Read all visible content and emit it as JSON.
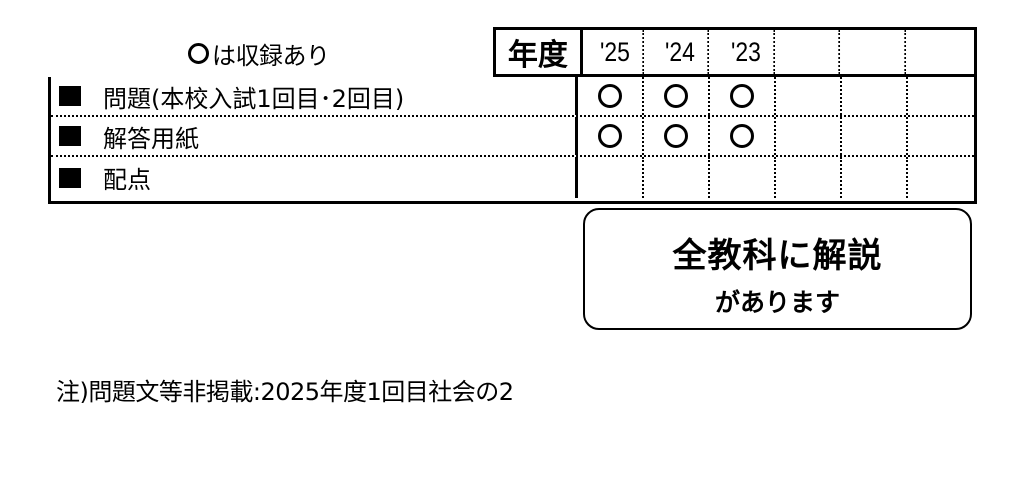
{
  "legend": {
    "text": "は収録あり",
    "icon": "circle-icon"
  },
  "header": {
    "label": "年度",
    "years": [
      "'25",
      "'24",
      "'23",
      "",
      "",
      ""
    ]
  },
  "rows": [
    {
      "label": "問題(本校入試1回目･2回目)",
      "marks": [
        true,
        true,
        true,
        false,
        false,
        false
      ]
    },
    {
      "label": "解答用紙",
      "marks": [
        true,
        true,
        true,
        false,
        false,
        false
      ]
    },
    {
      "label": "配点",
      "marks": [
        false,
        false,
        false,
        false,
        false,
        false
      ]
    }
  ],
  "callout": {
    "line1": "全教科に解説",
    "line2": "があります"
  },
  "footnote": "注)問題文等非掲載:2025年度1回目社会の2"
}
